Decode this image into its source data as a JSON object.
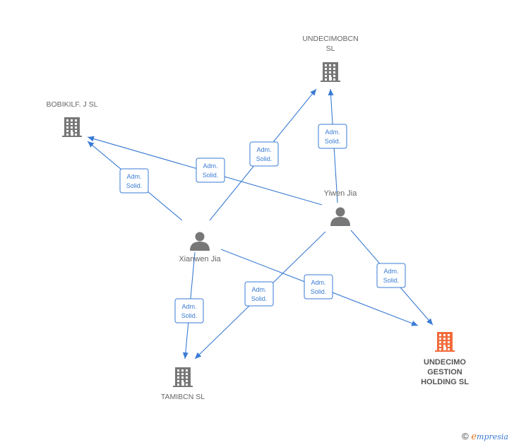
{
  "colors": {
    "edge": "#3a7bd5",
    "company": "#777777",
    "company_highlight": "#f26b3a",
    "person": "#777777"
  },
  "nodes": [
    {
      "id": "undecimobcn",
      "kind": "company",
      "lines": [
        "UNDECIMOBCN",
        "SL"
      ],
      "highlight": false
    },
    {
      "id": "bobikilf",
      "kind": "company",
      "lines": [
        "BOBIKILF.  J  SL"
      ],
      "highlight": false
    },
    {
      "id": "yiwen",
      "kind": "person",
      "lines": [
        "Yiwen Jia"
      ]
    },
    {
      "id": "xianwen",
      "kind": "person",
      "lines": [
        "Xianwen Jia"
      ]
    },
    {
      "id": "tamibcn",
      "kind": "company",
      "lines": [
        "TAMIBCN  SL"
      ],
      "highlight": false
    },
    {
      "id": "undecimo_gestion",
      "kind": "company",
      "lines": [
        "UNDECIMO",
        "GESTION",
        "HOLDING  SL"
      ],
      "highlight": true
    }
  ],
  "edges": [
    {
      "from": "yiwen",
      "to": "undecimobcn",
      "label": [
        "Adm.",
        "Solid."
      ]
    },
    {
      "from": "xianwen",
      "to": "undecimobcn",
      "label": [
        "Adm.",
        "Solid."
      ]
    },
    {
      "from": "yiwen",
      "to": "bobikilf",
      "label": [
        "Adm.",
        "Solid."
      ]
    },
    {
      "from": "xianwen",
      "to": "bobikilf",
      "label": [
        "Adm.",
        "Solid."
      ]
    },
    {
      "from": "yiwen",
      "to": "tamibcn",
      "label": [
        "Adm.",
        "Solid."
      ]
    },
    {
      "from": "xianwen",
      "to": "tamibcn",
      "label": [
        "Adm.",
        "Solid."
      ]
    },
    {
      "from": "xianwen",
      "to": "undecimo_gestion",
      "label": [
        "Adm.",
        "Solid."
      ]
    },
    {
      "from": "yiwen",
      "to": "undecimo_gestion",
      "label": [
        "Adm.",
        "Solid."
      ]
    }
  ],
  "footer": {
    "copyright": "©",
    "brand_initial": "e",
    "brand_rest": "mpresia"
  }
}
